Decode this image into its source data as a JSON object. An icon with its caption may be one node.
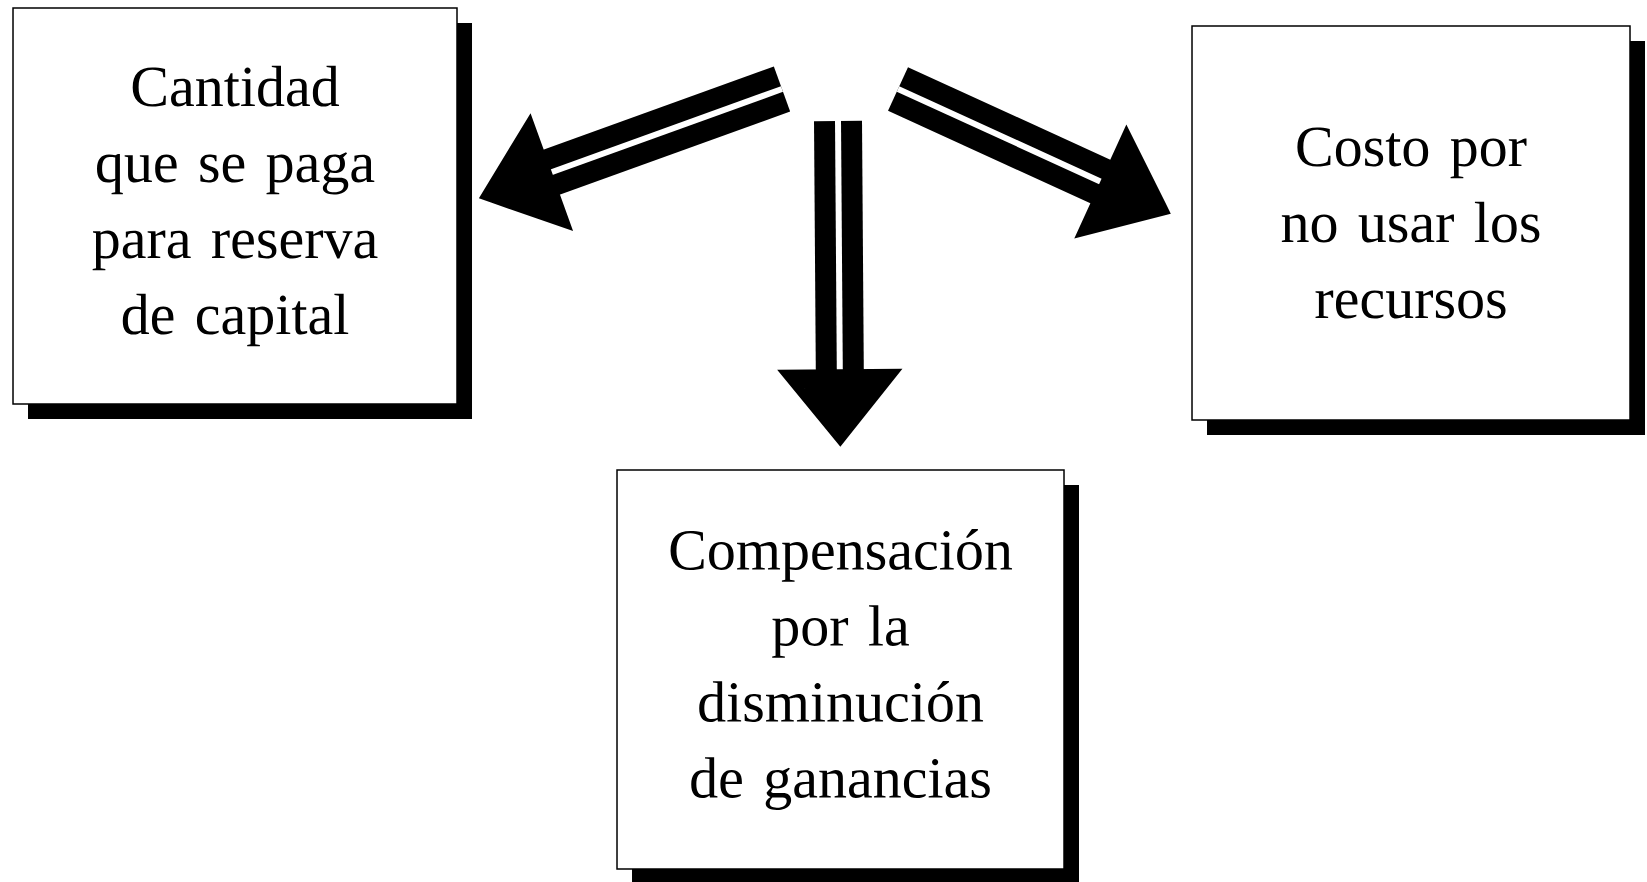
{
  "diagram": {
    "nodes": [
      {
        "text": [
          "Cantidad que se paga para reserva de capital"
        ]
      },
      {
        "text": [
          "Costo por no usar los recursos"
        ]
      },
      {
        "text": [
          "Compensación por la disminución de ganancias"
        ]
      }
    ],
    "edges": [
      {
        "from": null,
        "to": 0,
        "arrow": "to"
      },
      {
        "from": null,
        "to": 1,
        "arrow": "to"
      },
      {
        "from": null,
        "to": 2,
        "arrow": "to"
      }
    ]
  }
}
